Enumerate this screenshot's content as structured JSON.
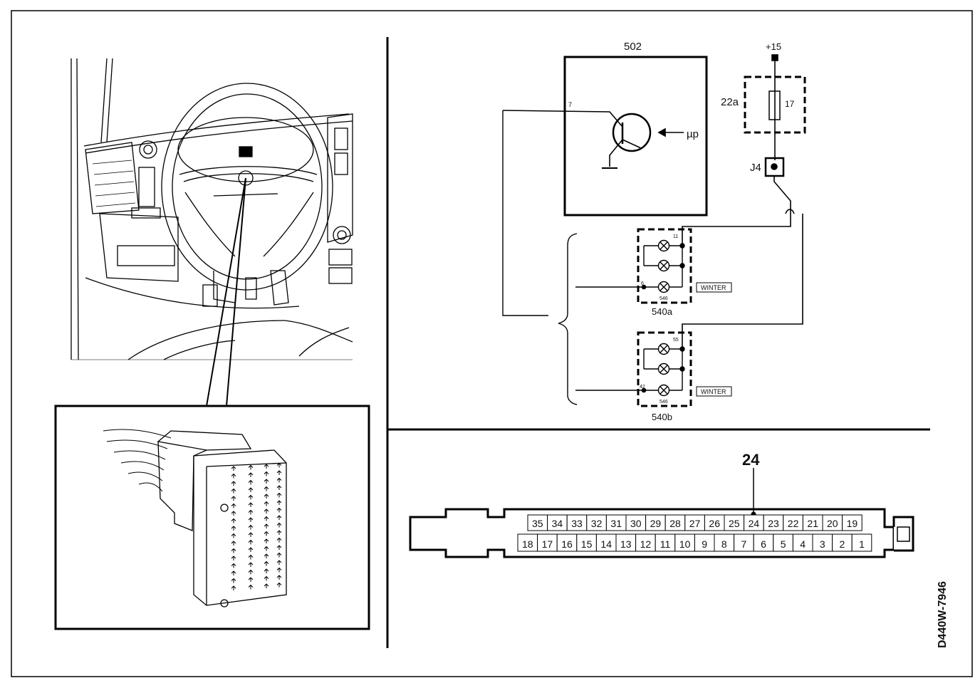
{
  "ecu": {
    "label": "502",
    "pin_label": "7",
    "input_label": "µp"
  },
  "fuse": {
    "supply_label": "+15",
    "block_label": "22a",
    "fuse_number": "17"
  },
  "junction": {
    "label": "J4"
  },
  "lamp_group_a": {
    "label": "540a",
    "pin_top": "11",
    "pin_bottom": "6",
    "sub_label": "546",
    "tag": "WINTER"
  },
  "lamp_group_b": {
    "label": "540b",
    "pin_top": "55",
    "pin_bottom": "42",
    "sub_label": "546",
    "tag": "WINTER"
  },
  "connector": {
    "callout_pin": "24",
    "top_row": [
      "35",
      "34",
      "33",
      "32",
      "31",
      "30",
      "29",
      "28",
      "27",
      "26",
      "25",
      "24",
      "23",
      "22",
      "21",
      "20",
      "19"
    ],
    "bottom_row": [
      "18",
      "17",
      "16",
      "15",
      "14",
      "13",
      "12",
      "11",
      "10",
      "9",
      "8",
      "7",
      "6",
      "5",
      "4",
      "3",
      "2",
      "1"
    ]
  },
  "drawing_code": "D440W-7946"
}
